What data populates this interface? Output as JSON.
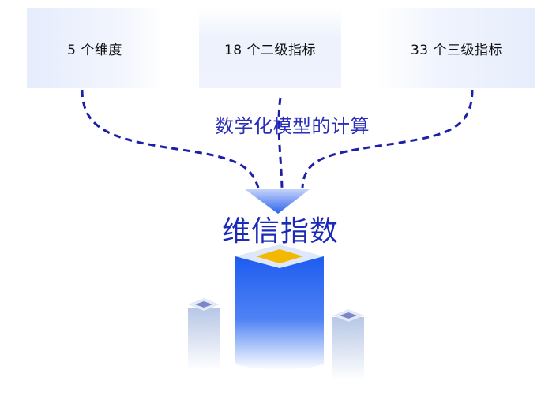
{
  "cards": [
    {
      "label": "5 个维度"
    },
    {
      "label": "18 个二级指标"
    },
    {
      "label": "33 个三级指标"
    }
  ],
  "calc_label": "数学化模型的计算",
  "result_label": "维信指数",
  "colors": {
    "dashed_line": "#1c1fa8",
    "accent_text": "#2a2fb8",
    "column_blue": "#1d5cf0",
    "column_top_gem": "#f5b800",
    "side_column": "#b9c8e6"
  }
}
